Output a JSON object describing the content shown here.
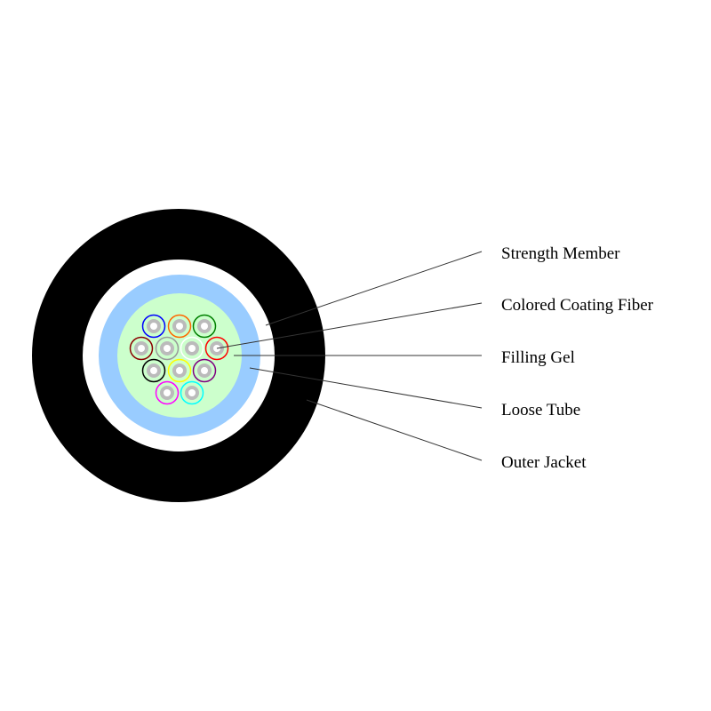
{
  "colors": {
    "outer_jacket": "#000000",
    "inner_gap": "#ffffff",
    "loose_tube": "#99ccff",
    "filling_gel": "#ccffcc",
    "fiber_cladding": "#bbbbbb"
  },
  "fibers": [
    {
      "color": "#0000ff"
    },
    {
      "color": "#ff6600"
    },
    {
      "color": "#008000"
    },
    {
      "color": "#8b0000"
    },
    {
      "color": "#999999"
    },
    {
      "color": "#ffffff"
    },
    {
      "color": "#ff0000"
    },
    {
      "color": "#000000"
    },
    {
      "color": "#ffff00"
    },
    {
      "color": "#800080"
    },
    {
      "color": "#ff00ff"
    },
    {
      "color": "#00ffff"
    }
  ],
  "labels": [
    {
      "text": "Strength Member"
    },
    {
      "text": "Colored Coating Fiber"
    },
    {
      "text": "Filling Gel"
    },
    {
      "text": "Loose Tube"
    },
    {
      "text": "Outer Jacket"
    }
  ]
}
